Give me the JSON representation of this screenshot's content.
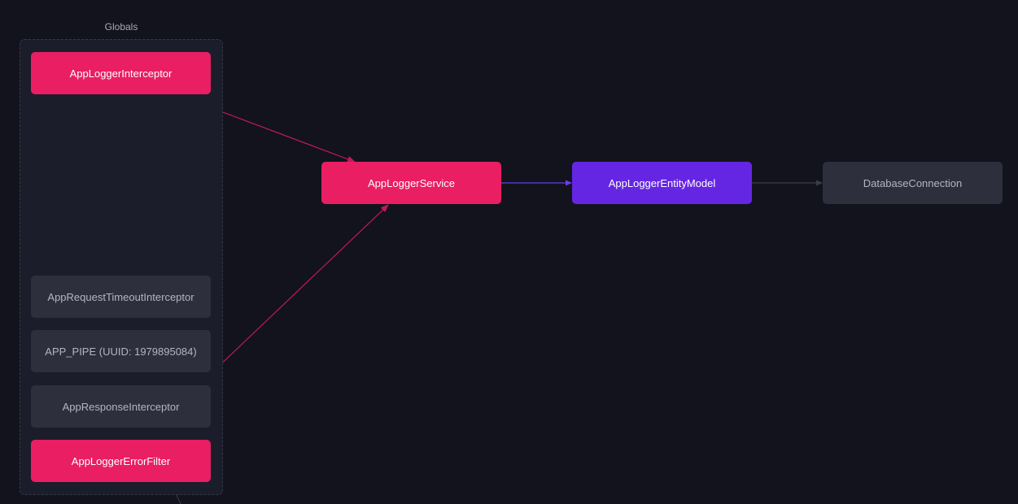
{
  "group": {
    "label": "Globals"
  },
  "nodes": {
    "app_logger_interceptor": "AppLoggerInterceptor",
    "app_request_timeout_interceptor": "AppRequestTimeoutInterceptor",
    "app_pipe": "APP_PIPE (UUID: 1979895084)",
    "app_response_interceptor": "AppResponseInterceptor",
    "app_logger_error_filter": "AppLoggerErrorFilter",
    "app_logger_service": "AppLoggerService",
    "app_logger_entity_model": "AppLoggerEntityModel",
    "database_connection": "DatabaseConnection"
  },
  "colors": {
    "background": "#12131c",
    "highlight_node": "#e91e63",
    "entity_node": "#6526e3",
    "muted_node": "#2d2f3d",
    "highlight_edge": "#c2185b",
    "entity_edge": "#6a3de8",
    "muted_edge": "#3a3c4c"
  }
}
